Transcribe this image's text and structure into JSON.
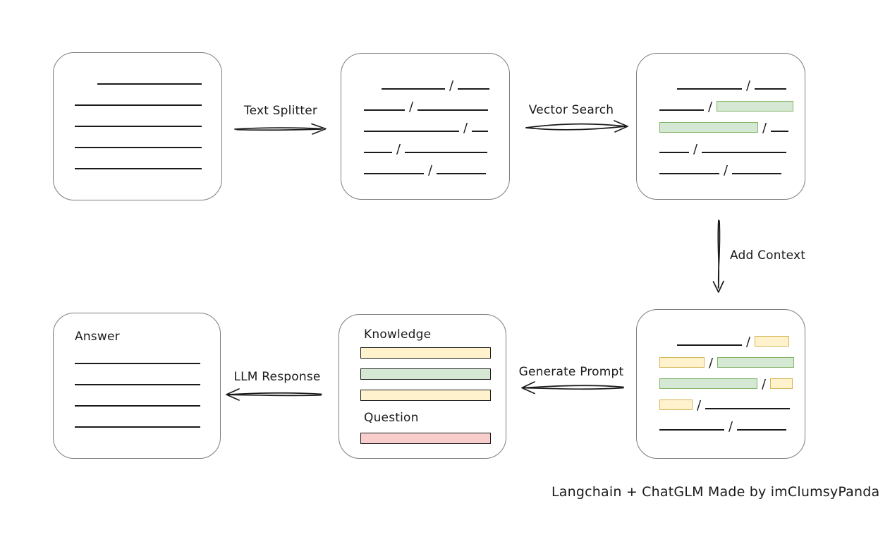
{
  "diagram": {
    "caption": "Langchain + ChatGLM Made by imClumsyPanda",
    "colors": {
      "ink": "#1b1b1b",
      "box_border": "#7d7d7d",
      "green": {
        "fill": "#d5e8d4",
        "stroke": "#82b366"
      },
      "yellow": {
        "fill": "#fff2cc",
        "stroke": "#d6b656"
      },
      "red": {
        "fill": "#f8cecc",
        "stroke": "#b85450"
      }
    },
    "arrow_labels": {
      "text_splitter": "Text Splitter",
      "vector_search": "Vector Search",
      "add_context": "Add Context",
      "generate_prompt": "Generate Prompt",
      "llm_response": "LLM Response"
    },
    "boxes": {
      "document": {
        "rows": [
          [
            {
              "t": "gap",
              "w": 32
            },
            {
              "t": "line",
              "w": 148
            }
          ],
          [
            {
              "t": "line",
              "w": 180
            }
          ],
          [
            {
              "t": "line",
              "w": 180
            }
          ],
          [
            {
              "t": "line",
              "w": 180
            }
          ],
          [
            {
              "t": "line",
              "w": 180
            }
          ]
        ]
      },
      "chunks": {
        "rows": [
          [
            {
              "t": "gap",
              "w": 25
            },
            {
              "t": "line",
              "w": 90
            },
            {
              "t": "slash"
            },
            {
              "t": "line",
              "w": 45
            }
          ],
          [
            {
              "t": "line",
              "w": 58
            },
            {
              "t": "slash"
            },
            {
              "t": "line",
              "w": 100
            }
          ],
          [
            {
              "t": "line",
              "w": 135
            },
            {
              "t": "slash"
            },
            {
              "t": "line",
              "w": 23
            }
          ],
          [
            {
              "t": "line",
              "w": 40
            },
            {
              "t": "slash"
            },
            {
              "t": "line",
              "w": 117
            }
          ],
          [
            {
              "t": "line",
              "w": 85
            },
            {
              "t": "slash"
            },
            {
              "t": "line",
              "w": 70
            }
          ]
        ]
      },
      "matched_chunks": {
        "rows": [
          [
            {
              "t": "gap",
              "w": 25
            },
            {
              "t": "line",
              "w": 92
            },
            {
              "t": "slash"
            },
            {
              "t": "line",
              "w": 45
            }
          ],
          [
            {
              "t": "line",
              "w": 63
            },
            {
              "t": "slash"
            },
            {
              "t": "chip",
              "c": "green",
              "w": 107
            }
          ],
          [
            {
              "t": "chip",
              "c": "green",
              "w": 138
            },
            {
              "t": "slash"
            },
            {
              "t": "line",
              "w": 25
            }
          ],
          [
            {
              "t": "line",
              "w": 42
            },
            {
              "t": "slash"
            },
            {
              "t": "line",
              "w": 120
            }
          ],
          [
            {
              "t": "line",
              "w": 85
            },
            {
              "t": "slash"
            },
            {
              "t": "line",
              "w": 70
            }
          ]
        ]
      },
      "context_chunks": {
        "rows": [
          [
            {
              "t": "gap",
              "w": 25
            },
            {
              "t": "line",
              "w": 92
            },
            {
              "t": "slash"
            },
            {
              "t": "chip",
              "c": "yellow",
              "w": 47
            }
          ],
          [
            {
              "t": "chip",
              "c": "yellow",
              "w": 62
            },
            {
              "t": "slash"
            },
            {
              "t": "chip",
              "c": "green",
              "w": 107
            }
          ],
          [
            {
              "t": "chip",
              "c": "green",
              "w": 137
            },
            {
              "t": "slash"
            },
            {
              "t": "chip",
              "c": "yellow",
              "w": 30
            }
          ],
          [
            {
              "t": "chip",
              "c": "yellow",
              "w": 45
            },
            {
              "t": "slash"
            },
            {
              "t": "line",
              "w": 120
            }
          ],
          [
            {
              "t": "line",
              "w": 92
            },
            {
              "t": "slash"
            },
            {
              "t": "line",
              "w": 70
            }
          ]
        ]
      },
      "prompt": {
        "knowledge_label": "Knowledge",
        "question_label": "Question",
        "knowledge_bars": [
          {
            "c": "yellow",
            "w": 183
          },
          {
            "c": "green",
            "w": 183
          },
          {
            "c": "yellow",
            "w": 183
          }
        ],
        "question_bars": [
          {
            "c": "red",
            "w": 183
          }
        ]
      },
      "answer": {
        "label": "Answer",
        "rows": [
          [
            {
              "t": "line",
              "w": 178
            }
          ],
          [
            {
              "t": "line",
              "w": 178
            }
          ],
          [
            {
              "t": "line",
              "w": 178
            }
          ],
          [
            {
              "t": "line",
              "w": 178
            }
          ]
        ]
      }
    }
  }
}
